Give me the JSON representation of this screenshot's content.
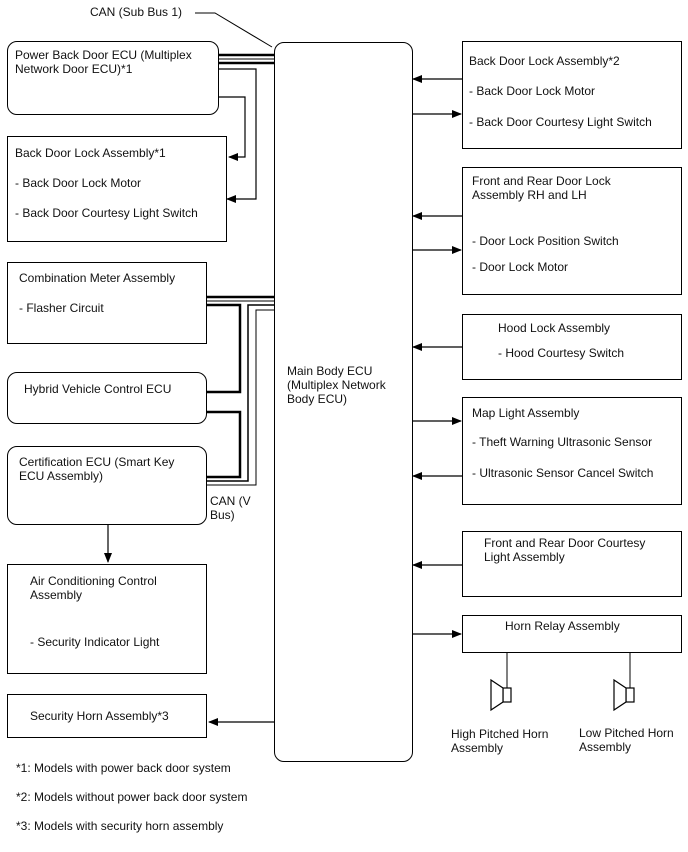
{
  "can_sub_bus_label": "CAN (Sub Bus 1)",
  "can_v_bus_label": "CAN (V\nBus)",
  "main_body_ecu": "Main Body ECU\n(Multiplex Network\nBody ECU)",
  "left": {
    "power_back_door_ecu": "Power Back Door ECU (Multiplex\nNetwork Door ECU)*1",
    "back_door_lock_1": {
      "title": "Back Door Lock Assembly*1",
      "items": [
        "- Back Door Lock Motor",
        "- Back Door Courtesy Light Switch"
      ]
    },
    "combination_meter": {
      "title": "Combination Meter Assembly",
      "items": [
        "- Flasher Circuit"
      ]
    },
    "hybrid_vehicle_control_ecu": "Hybrid Vehicle Control ECU",
    "certification_ecu": "Certification ECU (Smart Key\nECU Assembly)",
    "air_conditioning": {
      "title": "Air Conditioning Control\nAssembly",
      "items": [
        "- Security Indicator Light"
      ]
    },
    "security_horn": "Security Horn Assembly*3"
  },
  "right": {
    "back_door_lock_2": {
      "title": "Back Door Lock Assembly*2",
      "items": [
        "- Back Door Lock Motor",
        "- Back Door Courtesy Light Switch"
      ]
    },
    "front_rear_door_lock": {
      "title": "Front and Rear Door Lock\nAssembly RH and LH",
      "items": [
        "- Door Lock Position Switch",
        "- Door Lock Motor"
      ]
    },
    "hood_lock": {
      "title": "Hood Lock Assembly",
      "items": [
        "- Hood Courtesy Switch"
      ]
    },
    "map_light": {
      "title": "Map Light Assembly",
      "items": [
        "- Theft Warning Ultrasonic Sensor",
        "- Ultrasonic Sensor Cancel Switch"
      ]
    },
    "front_rear_door_courtesy": "Front and Rear Door Courtesy\nLight Assembly",
    "horn_relay": "Horn Relay Assembly",
    "high_pitched_horn": "High Pitched Horn\nAssembly",
    "low_pitched_horn": "Low Pitched Horn\nAssembly"
  },
  "notes": [
    "*1: Models with power back door system",
    "*2: Models without power back door system",
    "*3: Models with security horn assembly"
  ]
}
